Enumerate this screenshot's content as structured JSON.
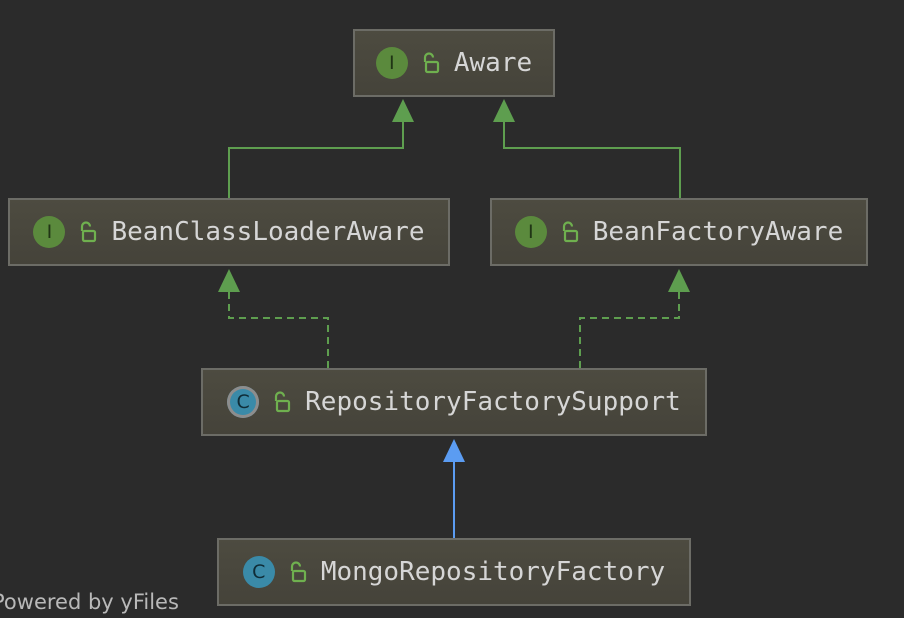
{
  "nodes": {
    "aware": {
      "badge": "I",
      "kind": "interface",
      "label": "Aware"
    },
    "bean_class_loader_aware": {
      "badge": "I",
      "kind": "interface",
      "label": "BeanClassLoaderAware"
    },
    "bean_factory_aware": {
      "badge": "I",
      "kind": "interface",
      "label": "BeanFactoryAware"
    },
    "repository_factory_support": {
      "badge": "C",
      "kind": "abstract-class",
      "label": "RepositoryFactorySupport"
    },
    "mongo_repository_factory": {
      "badge": "C",
      "kind": "class",
      "label": "MongoRepositoryFactory"
    }
  },
  "edges": [
    {
      "from": "BeanClassLoaderAware",
      "to": "Aware",
      "type": "extends-interface",
      "color": "#5e9e4f"
    },
    {
      "from": "BeanFactoryAware",
      "to": "Aware",
      "type": "extends-interface",
      "color": "#5e9e4f"
    },
    {
      "from": "RepositoryFactorySupport",
      "to": "BeanClassLoaderAware",
      "type": "implements",
      "color": "#5e9e4f"
    },
    {
      "from": "RepositoryFactorySupport",
      "to": "BeanFactoryAware",
      "type": "implements",
      "color": "#5e9e4f"
    },
    {
      "from": "MongoRepositoryFactory",
      "to": "RepositoryFactorySupport",
      "type": "extends-class",
      "color": "#5b9cf2"
    }
  ],
  "icons": {
    "interface": "interface-badge-icon",
    "class": "class-badge-icon",
    "abstract_class": "abstract-class-badge-icon",
    "visibility": "open-lock-icon"
  },
  "colors": {
    "background": "#2b2b2b",
    "node_fill": "#4a483e",
    "node_border": "#6c6c66",
    "interface_arrow": "#5e9e4f",
    "class_arrow": "#5b9cf2"
  },
  "watermark": "Powered by yFiles"
}
